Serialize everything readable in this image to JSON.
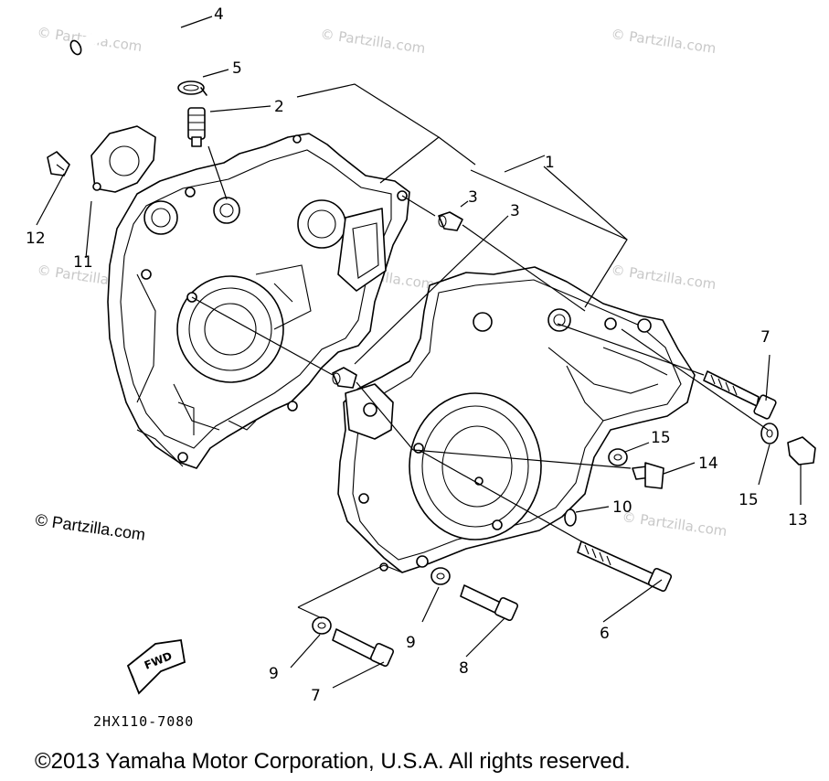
{
  "watermark": {
    "text": "© Partzilla.com"
  },
  "parts": [
    {
      "number": "1"
    },
    {
      "number": "2"
    },
    {
      "number": "3"
    },
    {
      "number": "3"
    },
    {
      "number": "4"
    },
    {
      "number": "5"
    },
    {
      "number": "6"
    },
    {
      "number": "7"
    },
    {
      "number": "7"
    },
    {
      "number": "8"
    },
    {
      "number": "9"
    },
    {
      "number": "9"
    },
    {
      "number": "10"
    },
    {
      "number": "11"
    },
    {
      "number": "12"
    },
    {
      "number": "13"
    },
    {
      "number": "14"
    },
    {
      "number": "15"
    },
    {
      "number": "15"
    }
  ],
  "direction_badge": {
    "label": "FWD"
  },
  "diagram_code": "2HX110-7080",
  "partzilla_credit": "© Partzilla.com",
  "copyright": "©2013  Yamaha Motor Corporation, U.S.A. All rights reserved."
}
